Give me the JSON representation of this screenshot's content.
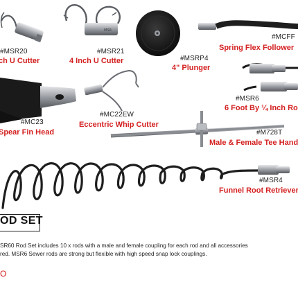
{
  "products": [
    {
      "code": "#MSR20",
      "name": "ch U Cutter"
    },
    {
      "code": "#MSR21",
      "name": "4 Inch U Cutter"
    },
    {
      "code": "#MSRP4",
      "name": "4\" Plunger"
    },
    {
      "code": "#MCFF",
      "name": "Spring Flex Follower"
    },
    {
      "code": "#MSR6",
      "name": "6 Foot By ¼ Inch Ro"
    },
    {
      "code": "#MC23",
      "name": "Spear Fin Head"
    },
    {
      "code": "#MC22EW",
      "name": "Eccentric Whip Cutter"
    },
    {
      "code": "#M728T",
      "name": "Male & Female Tee Handl"
    },
    {
      "code": "#MSR4",
      "name": "Funnel Root Retriever"
    }
  ],
  "set_section": {
    "title": "OD SET",
    "description_lines": [
      "SR60 Rod Set includes 10 x rods with a male and female coupling for each rod and all accessories",
      "red. MSR6 Sewer rods are strong but flexible with high speed snap lock couplings."
    ],
    "price_fragment": "O"
  },
  "colors": {
    "accent_red": "#d42020",
    "metal": "#8a8d92",
    "dark": "#1a1a1a"
  }
}
